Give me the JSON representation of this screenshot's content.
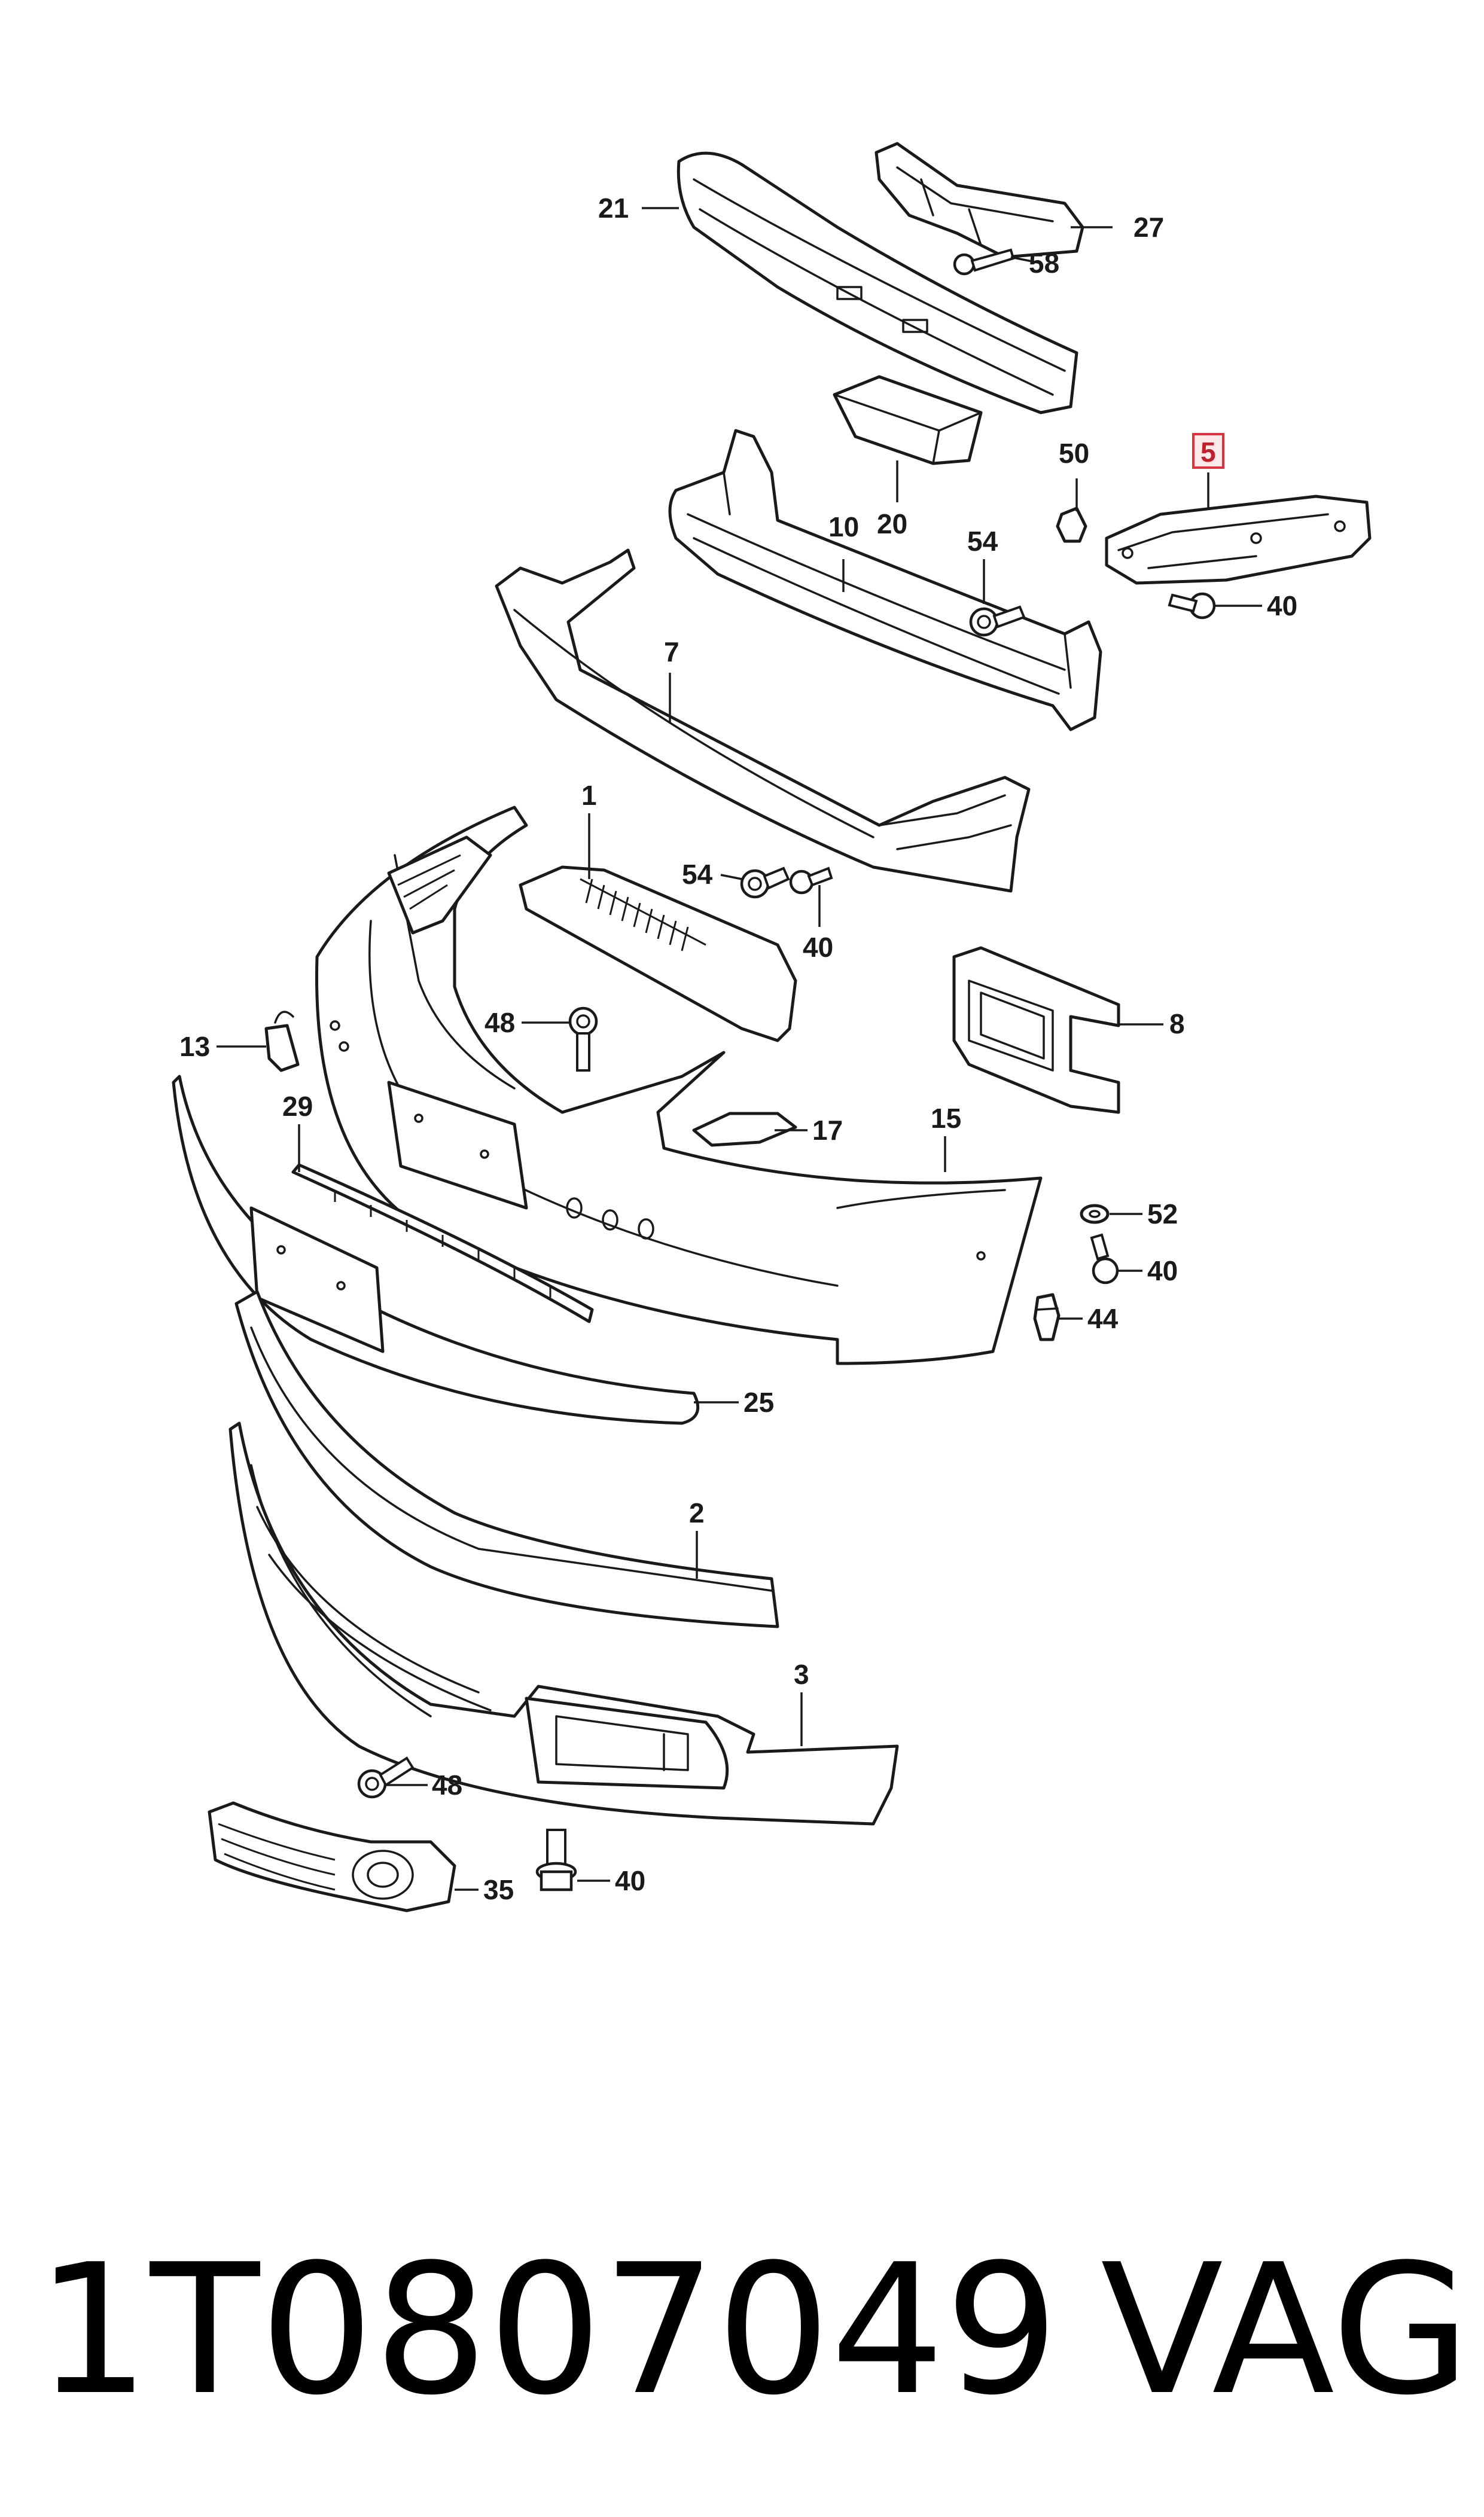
{
  "callouts": [
    "21",
    "27",
    "58",
    "20",
    "50",
    "5",
    "10",
    "54",
    "40",
    "7",
    "1",
    "54",
    "40",
    "8",
    "13",
    "48",
    "29",
    "17",
    "15",
    "52",
    "40",
    "44",
    "25",
    "2",
    "3",
    "48",
    "40",
    "35"
  ],
  "highlight_color": "#e0303c",
  "footer": {
    "part_number": "1T0807049",
    "brand": "VAG"
  }
}
